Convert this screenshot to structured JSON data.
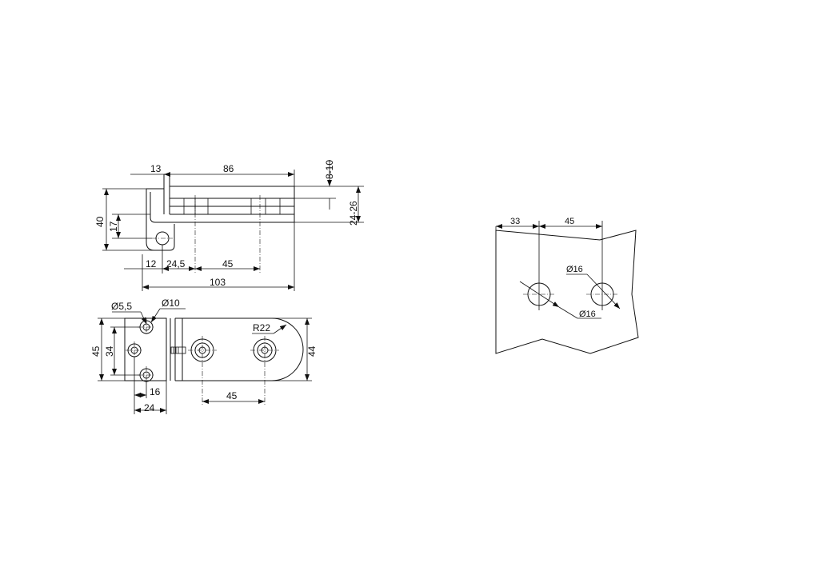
{
  "side_view": {
    "dim_13": "13",
    "dim_86": "86",
    "dim_8_10": "8-10",
    "dim_24_26": "24-26",
    "dim_40": "40",
    "dim_17": "17",
    "dim_12": "12",
    "dim_24_5": "24,5",
    "dim_45": "45",
    "dim_103": "103"
  },
  "plan_view": {
    "dim_d5_5": "Ø5,5",
    "dim_d10": "Ø10",
    "dim_r22": "R22",
    "dim_45_height": "45",
    "dim_34": "34",
    "dim_44": "44",
    "dim_16": "16",
    "dim_24": "24",
    "dim_45_bottom": "45"
  },
  "glass_detail": {
    "dim_33": "33",
    "dim_45": "45",
    "hole_left_dia": "Ø16",
    "hole_right_dia": "Ø16"
  }
}
